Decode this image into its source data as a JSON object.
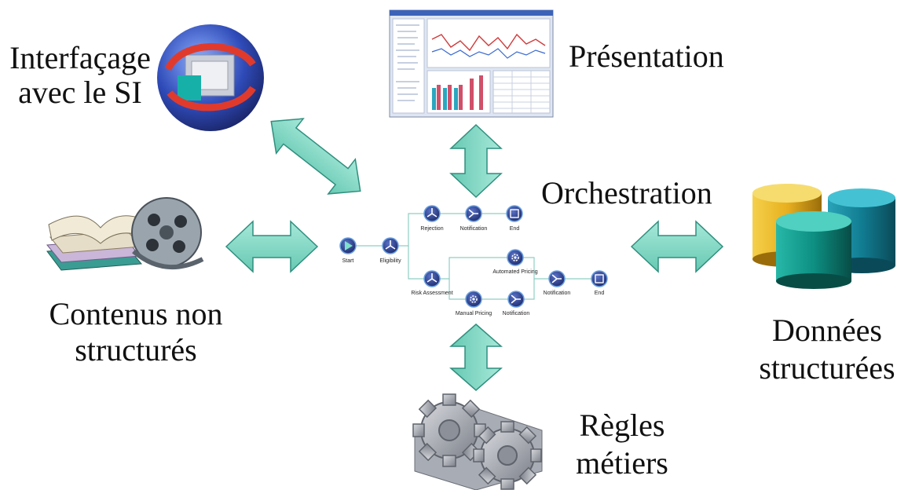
{
  "labels": {
    "interfacing": "Interfaçage\navec le SI",
    "presentation": "Présentation",
    "orchestration": "Orchestration",
    "unstructured": "Contenus non\nstructurés",
    "structured": "Données\nstructurées",
    "business_rules": "Règles\nmétiers"
  },
  "workflow": {
    "start": "Start",
    "eligibility": "Eligibility",
    "rejection": "Rejection",
    "notification_top": "Notification",
    "end_top": "End",
    "automated_pricing": "Automated Pricing",
    "risk_assessment": "Risk Assessment",
    "manual_pricing": "Manual Pricing",
    "notification_mid": "Notification",
    "notification_bottom": "Notification",
    "end_bottom": "End"
  },
  "colors": {
    "arrow_fill": "#7fd6c2",
    "arrow_stroke": "#2f8f7e",
    "node_fill": "#2e3f8f",
    "node_ring": "#6aa0e0"
  }
}
